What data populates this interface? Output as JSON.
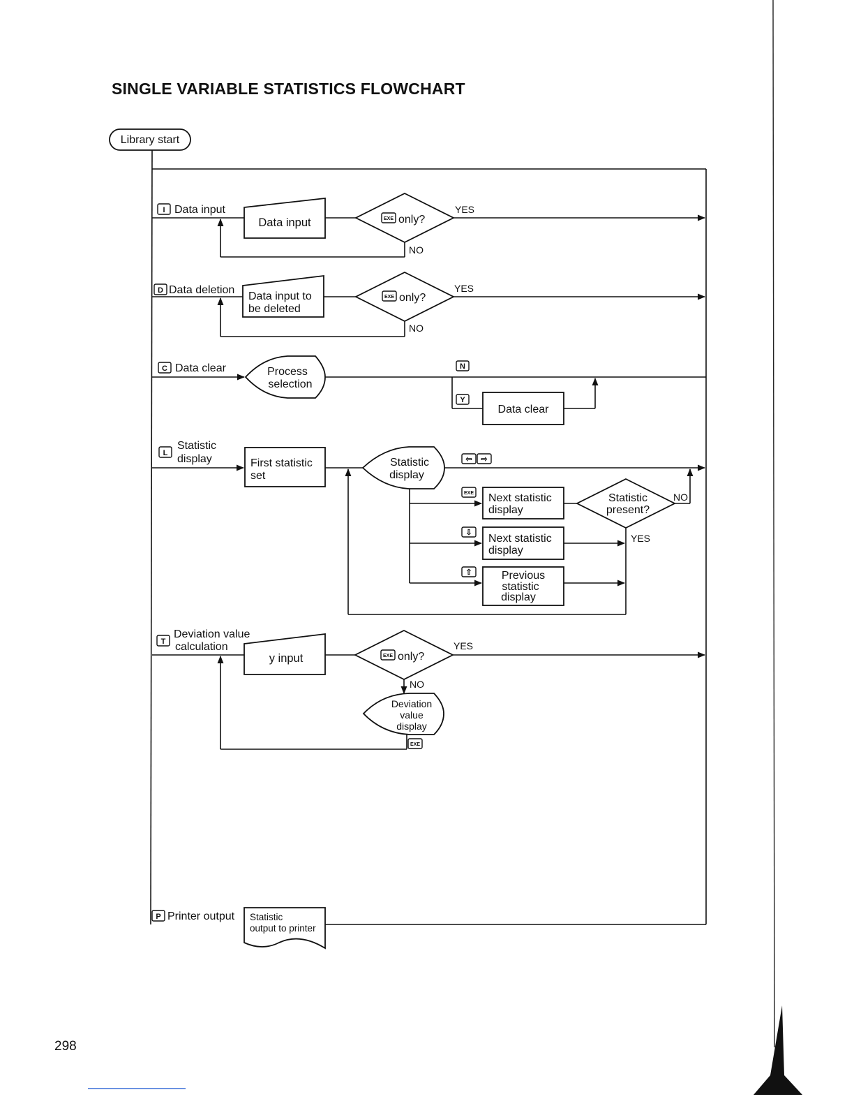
{
  "page": {
    "title": "SINGLE VARIABLE STATISTICS FLOWCHART",
    "number": "298"
  },
  "flow": {
    "start": "Library start",
    "yes": "YES",
    "no": "NO",
    "only_q": "only?",
    "data_input": {
      "key": "I",
      "label": "Data input",
      "box": "Data input"
    },
    "data_deletion": {
      "key": "D",
      "label": "Data deletion",
      "box_l1": "Data input to",
      "box_l2": "be deleted"
    },
    "data_clear": {
      "key": "C",
      "label": "Data clear",
      "process_l1": "Process",
      "process_l2": "selection",
      "key_n": "N",
      "key_y": "Y",
      "box": "Data clear"
    },
    "statistic_display": {
      "key": "L",
      "label_l1": "Statistic",
      "label_l2": "display",
      "first_l1": "First statistic",
      "first_l2": "set",
      "disp_l1": "Statistic",
      "disp_l2": "display",
      "key_left": "⇦",
      "key_right": "⇨",
      "key_exe": "EXE",
      "key_down": "⇩",
      "key_up": "⇧",
      "next1_l1": "Next statistic",
      "next1_l2": "display",
      "next2_l1": "Next statistic",
      "next2_l2": "display",
      "prev_l1": "Previous",
      "prev_l2": "statistic",
      "prev_l3": "display",
      "present_l1": "Statistic",
      "present_l2": "present?"
    },
    "deviation": {
      "key": "T",
      "label_l1": "Deviation value",
      "label_l2": "calculation",
      "box": "y input",
      "disp_l1": "Deviation",
      "disp_l2": "value",
      "disp_l3": "display"
    },
    "printer": {
      "key": "P",
      "label": "Printer output",
      "doc_l1": "Statistic",
      "doc_l2": "output to printer"
    },
    "exe_key": "EXE"
  }
}
